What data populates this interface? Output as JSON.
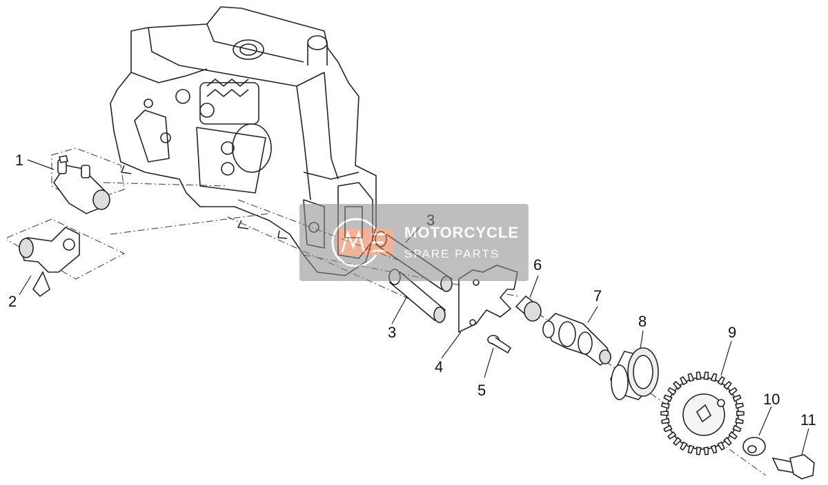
{
  "diagram": {
    "callouts": [
      "1",
      "2",
      "3",
      "3",
      "4",
      "5",
      "6",
      "7",
      "8",
      "9",
      "10",
      "11"
    ]
  },
  "watermark": {
    "line1": "MOTORCYCLE",
    "line2": "SPARE PARTS",
    "accent_color": "#e8743b",
    "panel_color": "#8a8a8a"
  }
}
